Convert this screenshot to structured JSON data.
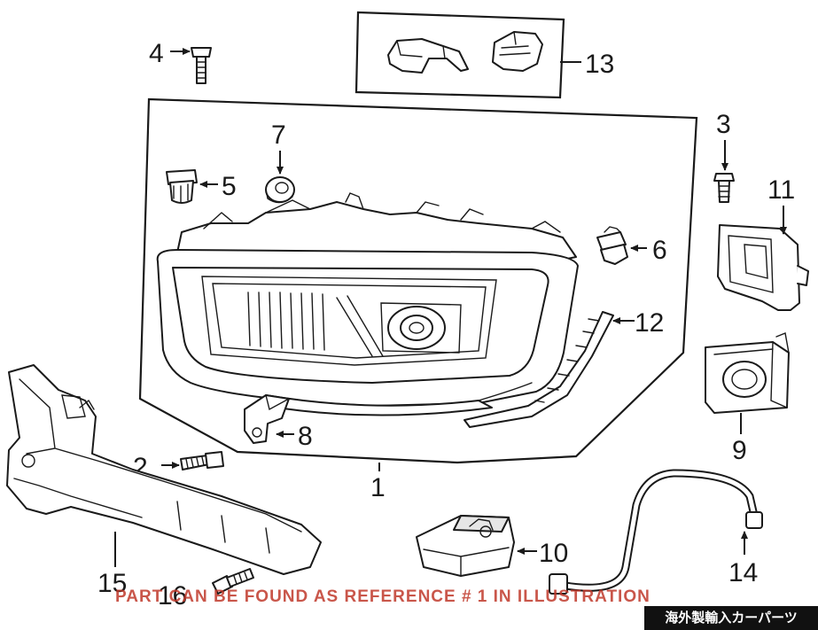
{
  "callouts": {
    "c1": "1",
    "c2": "2",
    "c3": "3",
    "c4": "4",
    "c5": "5",
    "c6": "6",
    "c7": "7",
    "c8": "8",
    "c9": "9",
    "c10": "10",
    "c11": "11",
    "c12": "12",
    "c13": "13",
    "c14": "14",
    "c15": "15",
    "c16": "16"
  },
  "notice": "PART CAN BE FOUND AS REFERENCE # 1 IN ILLUSTRATION",
  "shop_badge": "海外製輸入カーパーツ",
  "colors": {
    "line": "#1a1a1a",
    "watermark": "#c0392b",
    "badge_bg": "#111111"
  },
  "icons": {
    "arrow": "arrow-head"
  }
}
